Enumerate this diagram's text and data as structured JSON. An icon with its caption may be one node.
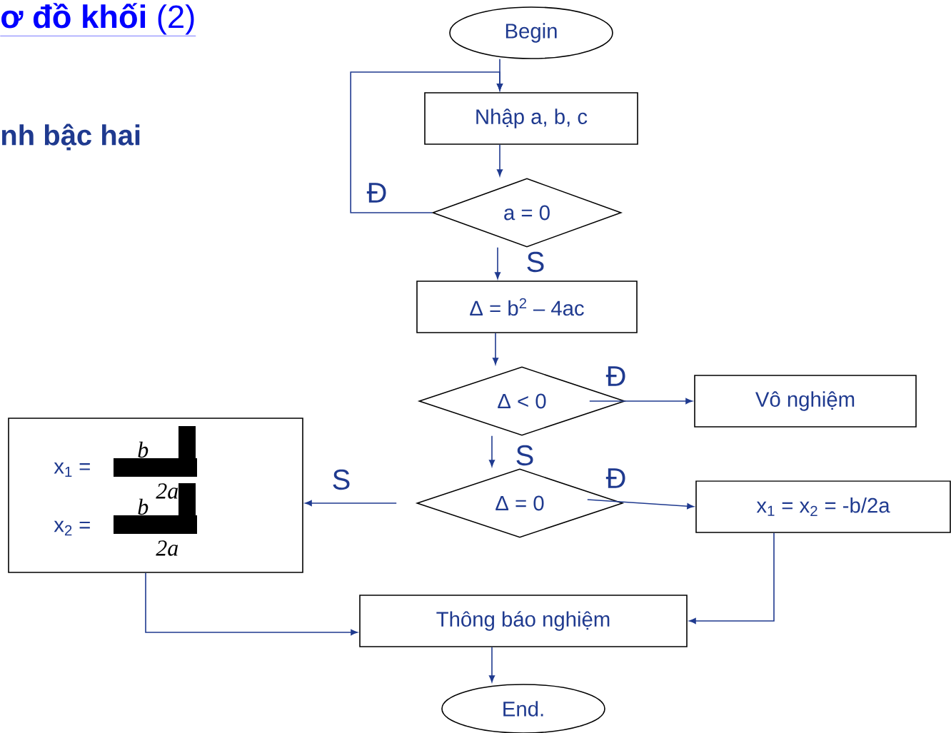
{
  "diagram": {
    "title": "**ơ đồ khối** (2)",
    "nodes": [
      {
        "text": [
          "Begin"
        ]
      },
      {
        "text": [
          "Nhập a, b, c"
        ]
      },
      {
        "text": [
          "a = 0"
        ]
      },
      {
        "text": [
          "Δ = b$^{2}$ – 4ac"
        ]
      },
      {
        "text": [
          "Δ < 0"
        ]
      },
      {
        "text": [
          "Vô nghiệm"
        ]
      },
      {
        "text": [
          "Δ = 0"
        ]
      },
      {
        "text": [
          "x$_{1}$ = x$_{2}$ = -b/2a"
        ]
      },
      {
        "text": [
          "x$_{1}$ =",
          "b",
          "2a",
          "x$_{2}$ =",
          "b",
          "2a"
        ]
      },
      {
        "text": [
          "Thông báo nghiệm"
        ]
      },
      {
        "text": [
          "End."
        ]
      }
    ],
    "edges": [
      {
        "from": 0,
        "to": 1,
        "arrow": "to"
      },
      {
        "from": 1,
        "to": 2,
        "arrow": "to"
      },
      {
        "from": 2,
        "to": 1,
        "arrow": "to",
        "label": "Đ"
      },
      {
        "from": 2,
        "to": 3,
        "arrow": "to",
        "label": "S"
      },
      {
        "from": 3,
        "to": 4,
        "arrow": "to"
      },
      {
        "from": 4,
        "to": 5,
        "arrow": "to",
        "label": "Đ"
      },
      {
        "from": 4,
        "to": 6,
        "arrow": "to",
        "label": "S"
      },
      {
        "from": 6,
        "to": 7,
        "arrow": "to",
        "label": "Đ"
      },
      {
        "from": 6,
        "to": 8,
        "arrow": "to",
        "label": "S"
      },
      {
        "from": 8,
        "to": 9,
        "arrow": "to"
      },
      {
        "from": 7,
        "to": 9,
        "arrow": "to"
      },
      {
        "from": 9,
        "to": 10,
        "arrow": "to"
      }
    ],
    "labels": [
      "nh bậc hai"
    ]
  }
}
